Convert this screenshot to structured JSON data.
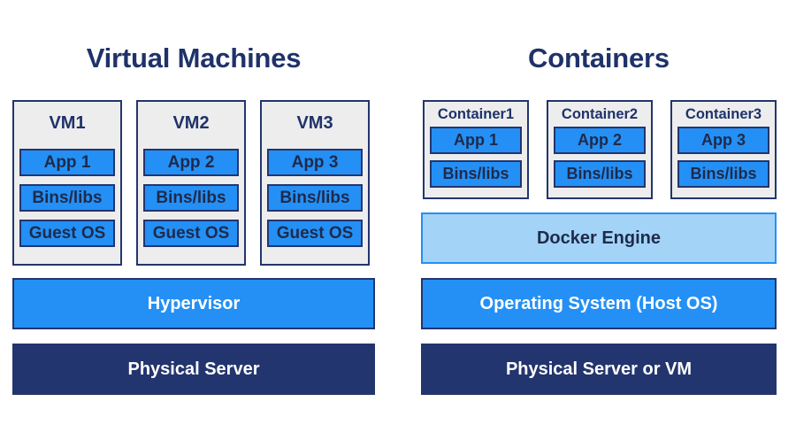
{
  "diagram": {
    "background_color": "#ffffff",
    "palette": {
      "navy": "#23356e",
      "title_navy": "#1f3269",
      "blue": "#2490f5",
      "light_blue": "#a3d4f7",
      "gray": "#ededed",
      "white": "#ffffff",
      "dark_text": "#1f2a4a"
    }
  },
  "left": {
    "title": "Virtual Machines",
    "stacks": [
      {
        "name": "VM1",
        "layers": [
          "App 1",
          "Bins/libs",
          "Guest OS"
        ]
      },
      {
        "name": "VM2",
        "layers": [
          "App 2",
          "Bins/libs",
          "Guest OS"
        ]
      },
      {
        "name": "VM3",
        "layers": [
          "App 3",
          "Bins/libs",
          "Guest OS"
        ]
      }
    ],
    "bars": [
      {
        "label": "Hypervisor",
        "style": "blue"
      },
      {
        "label": "Physical Server",
        "style": "navy"
      }
    ]
  },
  "right": {
    "title": "Containers",
    "stacks": [
      {
        "name": "Container1",
        "layers": [
          "App 1",
          "Bins/libs"
        ]
      },
      {
        "name": "Container2",
        "layers": [
          "App 2",
          "Bins/libs"
        ]
      },
      {
        "name": "Container3",
        "layers": [
          "App 3",
          "Bins/libs"
        ]
      }
    ],
    "bars": [
      {
        "label": "Docker Engine",
        "style": "light-blue"
      },
      {
        "label": "Operating System (Host OS)",
        "style": "blue"
      },
      {
        "label": "Physical Server or VM",
        "style": "navy"
      }
    ]
  }
}
